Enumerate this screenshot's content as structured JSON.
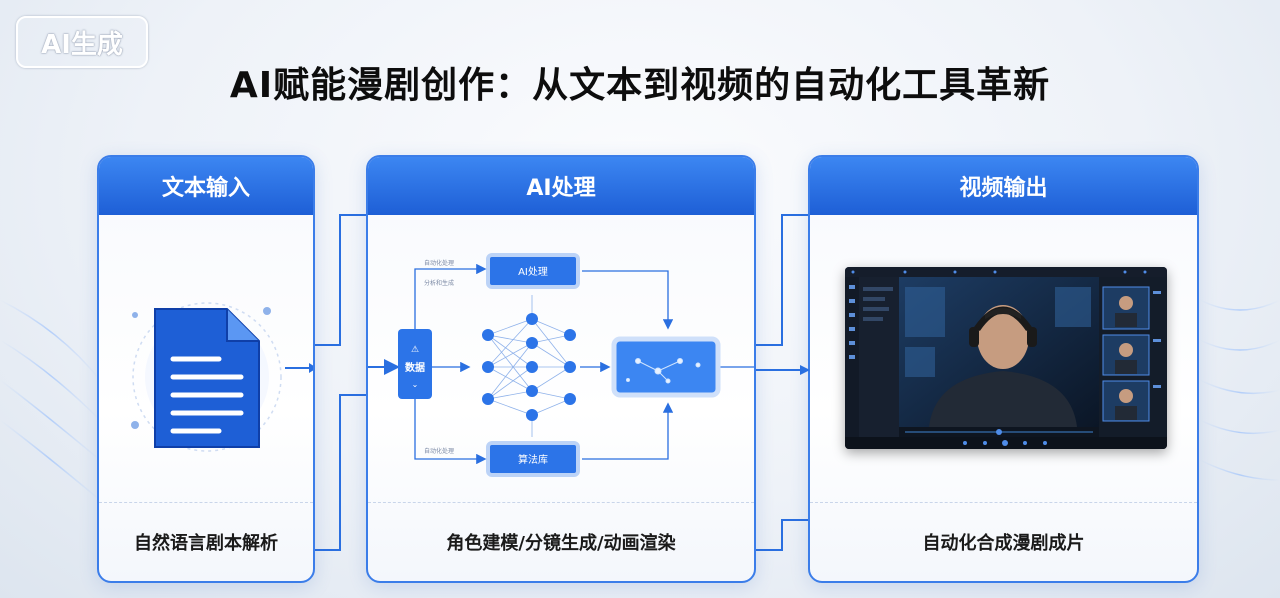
{
  "watermark": "AI生成",
  "title": "AI赋能漫剧创作：从文本到视频的自动化工具革新",
  "panels": [
    {
      "header": "文本输入",
      "footer": "自然语言剧本解析"
    },
    {
      "header": "AI处理",
      "footer": "角色建模/分镜生成/动画渲染"
    },
    {
      "header": "视频输出",
      "footer": "自动化合成漫剧成片"
    }
  ],
  "process": {
    "top_box": "AI处理",
    "bottom_box": "算法库",
    "input_node": "数据"
  },
  "icons": {
    "document": "document-icon",
    "neural_net": "neural-network-icon",
    "video_player": "video-player-icon"
  },
  "colors": {
    "accent": "#1e5fd6",
    "accent_light": "#3c86f2",
    "title": "#0d0d0d"
  }
}
